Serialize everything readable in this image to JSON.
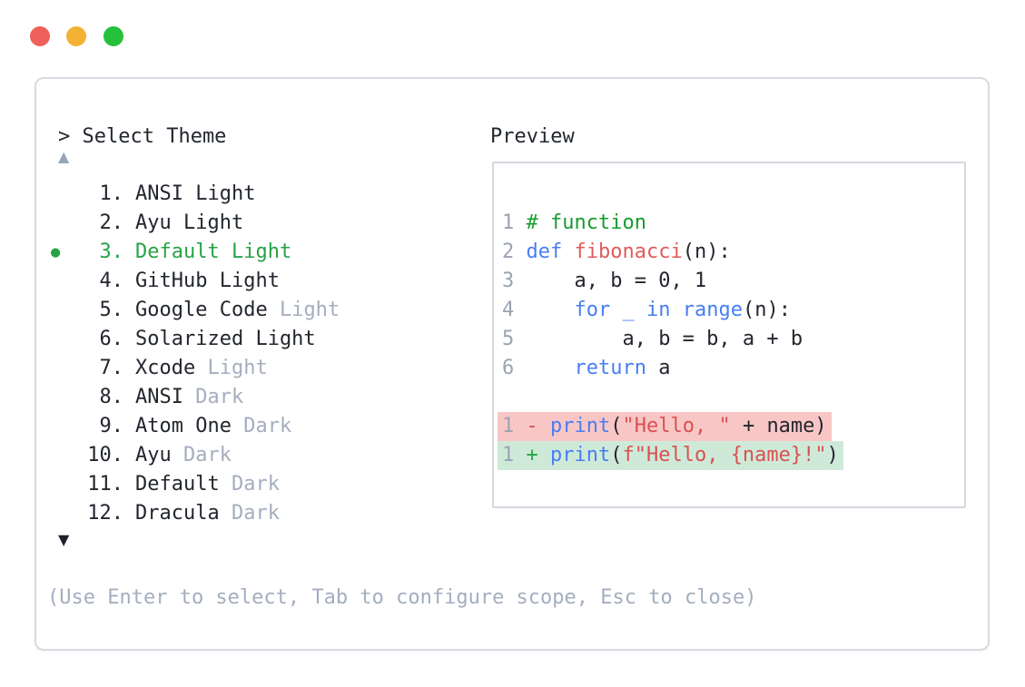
{
  "colors": {
    "ink": "#22262e",
    "muted": "#a4aebf",
    "accent_green": "#27a347",
    "comment_green": "#189b2e",
    "kw_blue": "#477ef2",
    "fn_red": "#e05b5b",
    "str_red": "#d95151",
    "minus_red": "#d14f4f",
    "plus_green": "#27a346",
    "removed_bg": "#f9c6c6",
    "added_bg": "#cfe9d9",
    "border": "#d7dbe2",
    "tl_red": "#f0605a",
    "tl_yellow": "#f3b233",
    "tl_green": "#25c13d"
  },
  "picker": {
    "prompt": "> Select Theme",
    "scroll_up_icon": "▲",
    "scroll_down_icon": "▼",
    "selected_bullet": "●",
    "items": [
      {
        "number": "1.",
        "name": "ANSI Light",
        "variant": "",
        "selected": false
      },
      {
        "number": "2.",
        "name": "Ayu Light",
        "variant": "",
        "selected": false
      },
      {
        "number": "3.",
        "name": "Default Light",
        "variant": "",
        "selected": true
      },
      {
        "number": "4.",
        "name": "GitHub Light",
        "variant": "",
        "selected": false
      },
      {
        "number": "5.",
        "name": "Google Code",
        "variant": " Light",
        "selected": false
      },
      {
        "number": "6.",
        "name": "Solarized Light",
        "variant": "",
        "selected": false
      },
      {
        "number": "7.",
        "name": "Xcode",
        "variant": " Light",
        "selected": false
      },
      {
        "number": "8.",
        "name": "ANSI",
        "variant": " Dark",
        "selected": false
      },
      {
        "number": "9.",
        "name": "Atom One",
        "variant": " Dark",
        "selected": false
      },
      {
        "number": "10.",
        "name": "Ayu",
        "variant": " Dark",
        "selected": false
      },
      {
        "number": "11.",
        "name": "Default",
        "variant": " Dark",
        "selected": false
      },
      {
        "number": "12.",
        "name": "Dracula",
        "variant": " Dark",
        "selected": false
      }
    ],
    "hint": "(Use Enter to select, Tab to configure scope, Esc to close)"
  },
  "preview": {
    "title": "Preview",
    "code_lines": [
      {
        "num": "1",
        "tokens": [
          [
            "# function",
            "comment"
          ]
        ]
      },
      {
        "num": "2",
        "tokens": [
          [
            "def",
            "kw"
          ],
          [
            " ",
            ""
          ],
          [
            "fibonacci",
            "fn"
          ],
          [
            "(n):",
            ""
          ]
        ]
      },
      {
        "num": "3",
        "tokens": [
          [
            "    a, b = 0, 1",
            ""
          ]
        ]
      },
      {
        "num": "4",
        "tokens": [
          [
            "    ",
            ""
          ],
          [
            "for",
            "kw"
          ],
          [
            " ",
            ""
          ],
          [
            "_",
            "kw"
          ],
          [
            " ",
            ""
          ],
          [
            "in",
            "kw"
          ],
          [
            " ",
            ""
          ],
          [
            "range",
            "kw"
          ],
          [
            "(n):",
            ""
          ]
        ]
      },
      {
        "num": "5",
        "tokens": [
          [
            "        a, b = b, a + b",
            ""
          ]
        ]
      },
      {
        "num": "6",
        "tokens": [
          [
            "    ",
            ""
          ],
          [
            "return",
            "kw"
          ],
          [
            " a",
            ""
          ]
        ]
      },
      {
        "spacer": true
      },
      {
        "num": "1",
        "diff": "removed",
        "tokens": [
          [
            "- ",
            "minus"
          ],
          [
            "print",
            "kw"
          ],
          [
            "(",
            ""
          ],
          [
            "\"Hello, \"",
            "str"
          ],
          [
            " + name)",
            ""
          ]
        ]
      },
      {
        "num": "1",
        "diff": "added",
        "tokens": [
          [
            "+ ",
            "plus"
          ],
          [
            "print",
            "kw"
          ],
          [
            "(",
            ""
          ],
          [
            "f\"Hello, {name}!\"",
            "str"
          ],
          [
            ")",
            ""
          ]
        ]
      }
    ]
  }
}
